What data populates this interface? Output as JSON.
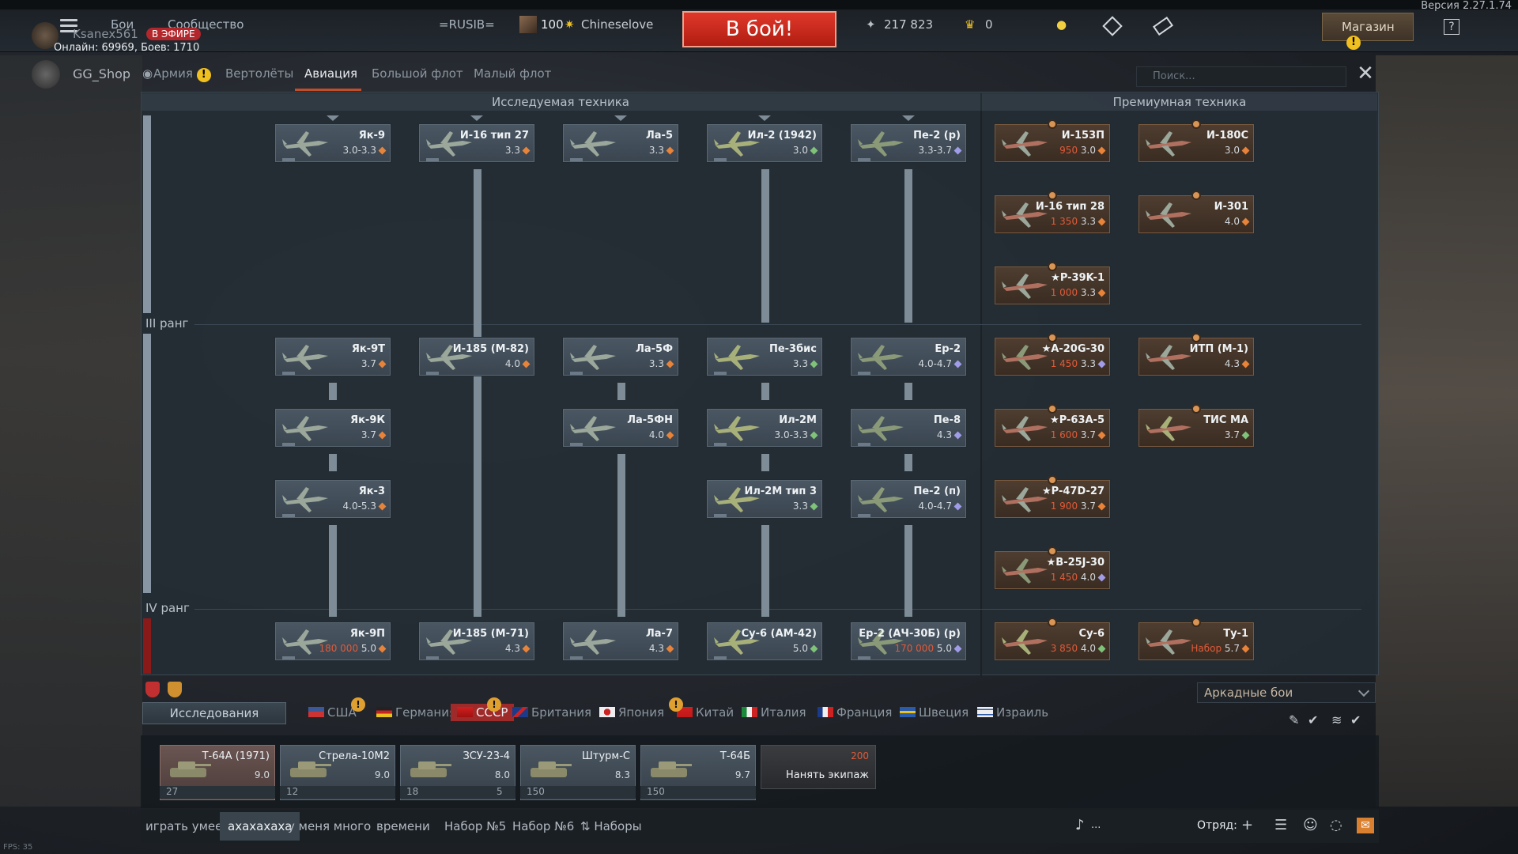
{
  "topbar": {
    "menu_items": [
      "Бои",
      "Сообщество"
    ],
    "version": "Версия 2.27.1.74",
    "squadron_tag": "=RUSIB=",
    "level": "100",
    "player_name": "Chineselove",
    "fight_button": "В бой!",
    "silver_lions": "217 823",
    "golden_eagles": "0",
    "shop_label": "Магазин",
    "help_label": "?",
    "username": "Ksanex561",
    "live_badge": "В ЭФИРЕ",
    "online_info": "Онлайн: 69969, Боев: 1710"
  },
  "nav": {
    "gg_shop": "GG_Shop",
    "tabs": [
      "Армия",
      "Вертолёты",
      "Авиация",
      "Большой флот",
      "Малый флот"
    ],
    "active_tab": "Авиация",
    "search_placeholder": "Поиск...",
    "close_label": "✕"
  },
  "tree": {
    "col_research": "Исследуемая техника",
    "col_premium": "Премиумная техника",
    "rank3": "III ранг",
    "rank4": "IV ранг",
    "rows": [
      [
        {
          "name": "Як-9",
          "br": "3.0-3.3",
          "type": "fighter"
        },
        {
          "name": "И-16 тип 27",
          "br": "3.3",
          "type": "fighter"
        },
        {
          "name": "Ла-5",
          "br": "3.3",
          "type": "fighter"
        },
        {
          "name": "Ил-2 (1942)",
          "br": "3.0",
          "type": "attacker"
        },
        {
          "name": "Пе-2 (р)",
          "br": "3.3-3.7",
          "type": "bomber"
        }
      ],
      [
        {
          "name": "Як-9Т",
          "br": "3.7",
          "type": "fighter"
        },
        {
          "name": "И-185 (М-82)",
          "br": "4.0",
          "type": "fighter"
        },
        {
          "name": "Ла-5Ф",
          "br": "3.3",
          "type": "fighter"
        },
        {
          "name": "Пе-3бис",
          "br": "3.3",
          "type": "attacker"
        },
        {
          "name": "Ер-2",
          "br": "4.0-4.7",
          "type": "bomber"
        }
      ],
      [
        {
          "name": "Як-9К",
          "br": "3.7",
          "type": "fighter"
        },
        {
          "name": "",
          "br": "",
          "type": "empty"
        },
        {
          "name": "Ла-5ФН",
          "br": "4.0",
          "type": "fighter"
        },
        {
          "name": "Ил-2М",
          "br": "3.0-3.3",
          "type": "attacker"
        },
        {
          "name": "Пе-8",
          "br": "4.3",
          "type": "bomber"
        }
      ],
      [
        {
          "name": "Як-3",
          "br": "4.0-5.3",
          "type": "fighter"
        },
        {
          "name": "",
          "br": "",
          "type": "empty"
        },
        {
          "name": "",
          "br": "",
          "type": "empty"
        },
        {
          "name": "Ил-2М тип 3",
          "br": "3.3",
          "type": "attacker"
        },
        {
          "name": "Пе-2 (п)",
          "br": "4.0-4.7",
          "type": "bomber"
        }
      ],
      [
        {
          "name": "Як-9П",
          "br": "5.0",
          "price": "180 000",
          "type": "fighter"
        },
        {
          "name": "И-185 (М-71)",
          "br": "4.3",
          "type": "fighter"
        },
        {
          "name": "Ла-7",
          "br": "4.3",
          "type": "fighter"
        },
        {
          "name": "Су-6 (АМ-42)",
          "br": "5.0",
          "type": "attacker"
        },
        {
          "name": "Ер-2 (АЧ-30Б) (р)",
          "br": "5.0",
          "price": "170 000",
          "type": "bomber"
        }
      ]
    ],
    "premium": [
      {
        "name": "И-153П",
        "br": "3.0",
        "price": "950",
        "type": "fighter",
        "col": 0,
        "row": 0
      },
      {
        "name": "И-180С",
        "br": "3.0",
        "price": "",
        "type": "fighter",
        "col": 1,
        "row": 0
      },
      {
        "name": "И-16 тип 28",
        "br": "3.3",
        "price": "1 350",
        "type": "fighter",
        "col": 0,
        "row": 1
      },
      {
        "name": "И-301",
        "br": "4.0",
        "price": "",
        "type": "fighter",
        "col": 1,
        "row": 1
      },
      {
        "name": "★P-39K-1",
        "br": "3.3",
        "price": "1 000",
        "type": "fighter",
        "col": 0,
        "row": 2
      },
      {
        "name": "★A-20G-30",
        "br": "3.3",
        "price": "1 450",
        "type": "bomber",
        "col": 0,
        "row": 3
      },
      {
        "name": "ИТП (М-1)",
        "br": "4.3",
        "price": "",
        "type": "fighter",
        "col": 1,
        "row": 3
      },
      {
        "name": "★P-63A-5",
        "br": "3.7",
        "price": "1 600",
        "type": "fighter",
        "col": 0,
        "row": 4
      },
      {
        "name": "ТИС МА",
        "br": "3.7",
        "price": "",
        "type": "attacker",
        "col": 1,
        "row": 4
      },
      {
        "name": "★P-47D-27",
        "br": "3.7",
        "price": "1 900",
        "type": "fighter",
        "col": 0,
        "row": 5
      },
      {
        "name": "★B-25J-30",
        "br": "4.0",
        "price": "1 450",
        "type": "bomber",
        "col": 0,
        "row": 6
      },
      {
        "name": "Су-6",
        "br": "4.0",
        "price": "3 850",
        "type": "attacker",
        "col": 0,
        "row": 7
      },
      {
        "name": "Ту-1",
        "br": "5.7",
        "price": "Набор",
        "type": "fighter",
        "col": 1,
        "row": 7
      }
    ]
  },
  "bottom": {
    "mode_select": "Аркадные бои",
    "research_label": "Исследования",
    "nations": [
      "США",
      "Германия",
      "СССР",
      "Британия",
      "Япония",
      "Китай",
      "Италия",
      "Франция",
      "Швеция",
      "Израиль"
    ],
    "active_nation": "СССР",
    "slots": [
      {
        "name": "Т-64А (1971)",
        "br": "9.0",
        "count": "27",
        "active": true
      },
      {
        "name": "Стрела-10М2",
        "br": "9.0",
        "count": "12",
        "active": false
      },
      {
        "name": "ЗСУ-23-4",
        "br": "8.0",
        "count": "18",
        "active": false
      },
      {
        "name": "Штурм-С",
        "br": "8.3",
        "count": "150",
        "active": false
      },
      {
        "name": "Т-64Б",
        "br": "9.7",
        "count": "150",
        "active": false
      }
    ],
    "zsu_extra": "5",
    "hire_price": "200",
    "hire_label": "Нанять экипаж",
    "presets": [
      "играть умееш...",
      "ахахахаха",
      "у меня много",
      "времени",
      "Набор №5",
      "Набор №6",
      "Наборы"
    ],
    "active_preset": "ахахахаха",
    "squad_label": "Отряд:",
    "mic_label": "...",
    "fps": "FPS: 35"
  },
  "colors": {
    "accent_red": "#c14d2a",
    "fight_red": "#d23022",
    "br_orange": "#e8833a",
    "br_green": "#7fc27a",
    "br_violet": "#a09ce8",
    "premium_price": "#e05a38"
  }
}
